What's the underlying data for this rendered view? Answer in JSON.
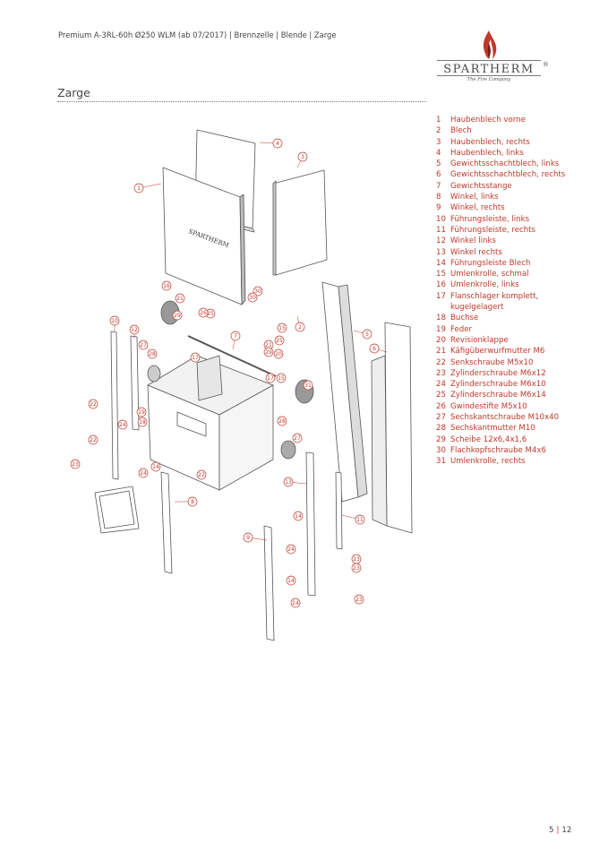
{
  "header": {
    "breadcrumb": "Premium A-3RL-60h Ø250 WLM (ab 07/2017) | Brennzelle | Blende | Zarge"
  },
  "logo": {
    "name": "SPARTHERM",
    "tagline": "The Fire Company",
    "reg": "®"
  },
  "section": {
    "title": "Zarge"
  },
  "parts": [
    {
      "num": "1",
      "name": "Haubenblech vorne"
    },
    {
      "num": "2",
      "name": "Blech"
    },
    {
      "num": "3",
      "name": "Haubenblech, rechts"
    },
    {
      "num": "4",
      "name": "Haubenblech, links"
    },
    {
      "num": "5",
      "name": "Gewichtsschachtblech, links"
    },
    {
      "num": "6",
      "name": "Gewichtsschachtblech, rechts"
    },
    {
      "num": "7",
      "name": "Gewichtsstange"
    },
    {
      "num": "8",
      "name": "Winkel, links"
    },
    {
      "num": "9",
      "name": "Winkel, rechts"
    },
    {
      "num": "10",
      "name": "Führungsleiste, links"
    },
    {
      "num": "11",
      "name": "Führungsleiste, rechts"
    },
    {
      "num": "12",
      "name": "Winkel links"
    },
    {
      "num": "13",
      "name": "Winkel rechts"
    },
    {
      "num": "14",
      "name": "Führungsleiste Blech"
    },
    {
      "num": "15",
      "name": "Umlenkrolle, schmal"
    },
    {
      "num": "16",
      "name": "Umlenkrolle, links"
    },
    {
      "num": "17",
      "name": "Flanschlager komplett, kugelgelagert"
    },
    {
      "num": "18",
      "name": "Buchse"
    },
    {
      "num": "19",
      "name": "Feder"
    },
    {
      "num": "20",
      "name": "Revisionklappe"
    },
    {
      "num": "21",
      "name": "Käfigüberwurfmutter M6"
    },
    {
      "num": "22",
      "name": "Senkschraube M5x10"
    },
    {
      "num": "23",
      "name": "Zylinderschraube M6x12"
    },
    {
      "num": "24",
      "name": "Zylinderschraube M6x10"
    },
    {
      "num": "25",
      "name": "Zylinderschraube M6x14"
    },
    {
      "num": "26",
      "name": "Gwindestifte M5x10"
    },
    {
      "num": "27",
      "name": "Sechskantschraube M10x40"
    },
    {
      "num": "28",
      "name": "Sechskantmutter M10"
    },
    {
      "num": "29",
      "name": "Scheibe 12x6,4x1,6"
    },
    {
      "num": "30",
      "name": "Flachkopfschraube M4x6"
    },
    {
      "num": "31",
      "name": "Umlenkrolle, rechts"
    }
  ],
  "diagram": {
    "plate_text": "SPARTHERM",
    "callouts": [
      {
        "label": "1"
      },
      {
        "label": "2"
      },
      {
        "label": "3"
      },
      {
        "label": "4"
      },
      {
        "label": "5"
      },
      {
        "label": "6"
      },
      {
        "label": "7"
      },
      {
        "label": "8"
      },
      {
        "label": "9"
      },
      {
        "label": "10"
      },
      {
        "label": "11"
      },
      {
        "label": "12"
      },
      {
        "label": "13"
      },
      {
        "label": "14"
      },
      {
        "label": "14"
      },
      {
        "label": "14"
      },
      {
        "label": "15"
      },
      {
        "label": "15"
      },
      {
        "label": "16"
      },
      {
        "label": "17"
      },
      {
        "label": "17"
      },
      {
        "label": "18"
      },
      {
        "label": "19"
      },
      {
        "label": "20"
      },
      {
        "label": "21"
      },
      {
        "label": "21"
      },
      {
        "label": "22"
      },
      {
        "label": "22"
      },
      {
        "label": "22"
      },
      {
        "label": "23"
      },
      {
        "label": "23"
      },
      {
        "label": "23"
      },
      {
        "label": "23"
      },
      {
        "label": "24"
      },
      {
        "label": "24"
      },
      {
        "label": "24"
      },
      {
        "label": "24"
      },
      {
        "label": "25"
      },
      {
        "label": "25"
      },
      {
        "label": "26"
      },
      {
        "label": "27"
      },
      {
        "label": "27"
      },
      {
        "label": "28"
      },
      {
        "label": "28"
      },
      {
        "label": "29"
      },
      {
        "label": "29"
      },
      {
        "label": "30"
      },
      {
        "label": "30"
      },
      {
        "label": "31"
      }
    ]
  },
  "footer": {
    "page": "5",
    "total": "12"
  },
  "colors": {
    "accent": "#c0392b",
    "text": "#333333",
    "line": "#555555"
  }
}
